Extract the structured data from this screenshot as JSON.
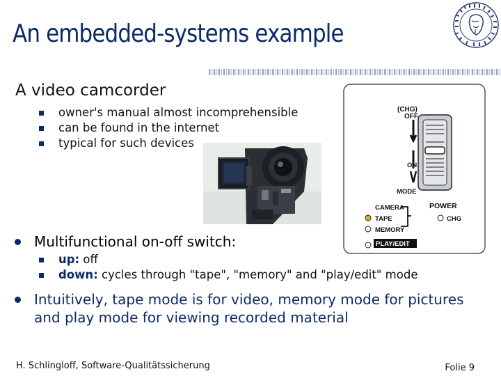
{
  "slide": {
    "title": "An embedded-systems example",
    "subtitle": "A video camcorder",
    "sub_bullets_1": [
      "owner's manual almost incomprehensible",
      "can be found in the internet",
      "typical for such devices"
    ],
    "bullet_multifunctional": "Multifunctional on-off switch:",
    "switch_details": [
      {
        "key": "up:",
        "text": " off"
      },
      {
        "key": "down:",
        "text": " cycles through \"tape\", \"memory\" and \"play/edit\" mode"
      }
    ],
    "bullet_intuitive": "Intuitively, tape mode is for video, memory mode for pictures and play mode for viewing recorded material"
  },
  "diagram": {
    "labels": {
      "chg_off_1": "(CHG)",
      "chg_off_2": "OFF",
      "on": "ON",
      "mode": "MODE",
      "camera": "CAMERA",
      "tape": "TAPE",
      "memory": "MEMORY",
      "play_edit": "PLAY/EDIT",
      "power": "POWER",
      "chg": "CHG"
    },
    "colors": {
      "tape_led": "#e0b020",
      "outline": "#222222"
    }
  },
  "footer": {
    "author": "H. Schlingloff, Software-Qualitätssicherung",
    "page": "Folie 9"
  },
  "colors": {
    "accent": "#0d2a66"
  }
}
